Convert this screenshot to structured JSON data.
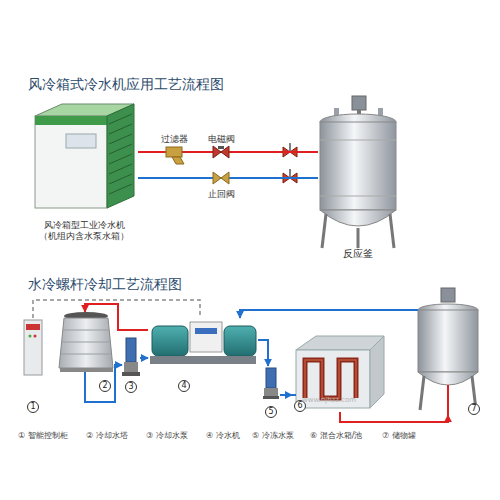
{
  "diagram": {
    "title": "风冷箱式冷水机应用工艺流程图",
    "nodes": [
      {
        "text": [
          "风冷箱型工业冷水机 （机组内含水泵水箱）"
        ]
      },
      {
        "text": [
          "过滤器"
        ]
      },
      {
        "text": [
          "电磁阀"
        ]
      },
      {
        "text": [
          "止回阀"
        ]
      },
      {
        "text": [
          "反应釜"
        ]
      },
      {
        "text": [
          "1"
        ]
      },
      {
        "text": [
          "2"
        ]
      },
      {
        "text": [
          "3"
        ]
      },
      {
        "text": [
          "4"
        ]
      },
      {
        "text": [
          "5"
        ]
      },
      {
        "text": [
          "6"
        ]
      },
      {
        "text": [
          "7"
        ]
      }
    ],
    "edges": [
      {
        "from": 0,
        "to": 1,
        "arrow": "none"
      },
      {
        "from": 1,
        "to": 2,
        "arrow": "none"
      },
      {
        "from": 2,
        "to": 4,
        "arrow": "none"
      },
      {
        "from": 4,
        "to": 3,
        "arrow": "none"
      },
      {
        "from": 3,
        "to": 0,
        "arrow": "none"
      },
      {
        "from": 5,
        "to": 8,
        "arrow": "none"
      },
      {
        "from": 6,
        "to": 7,
        "arrow": "to"
      },
      {
        "from": 7,
        "to": 8,
        "arrow": "to"
      },
      {
        "from": 8,
        "to": 6,
        "arrow": "to"
      },
      {
        "from": 8,
        "to": 9,
        "arrow": "to"
      },
      {
        "from": 9,
        "to": 10,
        "arrow": "to"
      },
      {
        "from": 10,
        "to": 11,
        "arrow": "to"
      },
      {
        "from": 11,
        "to": 8,
        "arrow": "to"
      }
    ],
    "labels": [
      "水冷螺杆冷却工艺流程图",
      "www.njhzz.com",
      "① 智能控制柜",
      "② 冷却水塔",
      "③ 冷却水泵",
      "④ 冷水机",
      "⑤ 冷冻水泵",
      "⑥ 混合水箱/池",
      "⑦ 储物罐"
    ]
  }
}
